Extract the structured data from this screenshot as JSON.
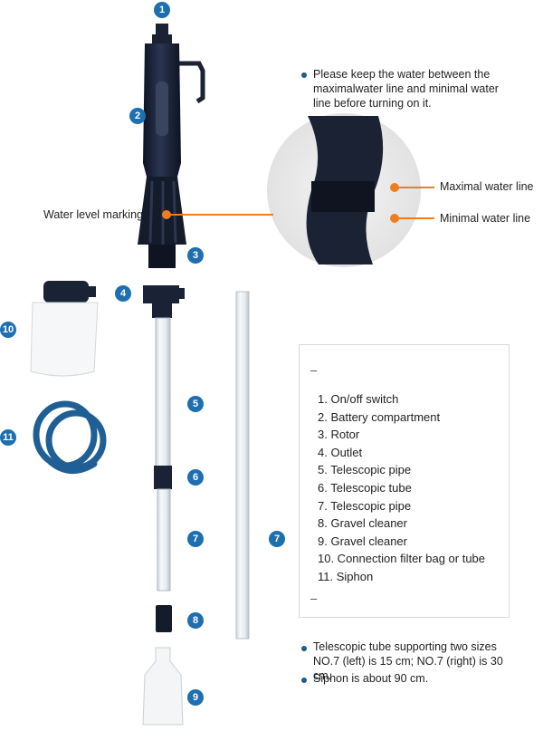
{
  "badges": [
    "1",
    "2",
    "3",
    "4",
    "5",
    "6",
    "7",
    "7",
    "8",
    "9",
    "10",
    "11"
  ],
  "top_note": "Please keep the water between the maximalwater line and minimal water line before turning on it.",
  "labels": {
    "water_level_marking": "Water level marking",
    "maximal_water_line": "Maximal water line",
    "minimal_water_line": "Minimal water line"
  },
  "parts_list": {
    "dash_top": "–",
    "items": [
      "1. On/off switch",
      "2. Battery compartment",
      "3. Rotor",
      "4. Outlet",
      "5. Telescopic pipe",
      "6. Telescopic tube",
      "7. Telescopic pipe",
      "8. Gravel cleaner",
      "9. Gravel cleaner",
      "10. Connection filter bag or tube",
      "11. Siphon"
    ],
    "dash_bottom": "–"
  },
  "bottom_notes": [
    "Telescopic tube supporting two sizes NO.7 (left) is 15 cm; NO.7 (right) is 30 cm.",
    "Siphon is about 90 cm."
  ],
  "colors": {
    "badge": "#1e6fb0",
    "accent_line": "#f07d1c",
    "pump_body": "#1a2236",
    "hose": "#1f5f96"
  }
}
